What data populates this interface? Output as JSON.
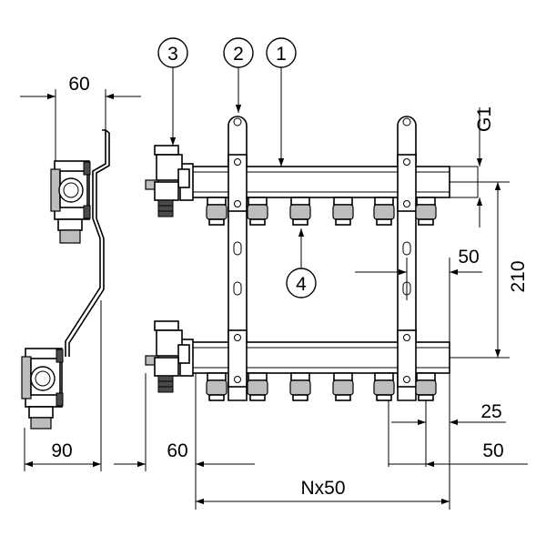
{
  "dimensions": {
    "top_width": "60",
    "pipe_thread": "G1",
    "outlet_spacing": "50",
    "height": "210",
    "end_offset": "25",
    "end_length": "50",
    "side_depth": "90",
    "valve_offset": "60",
    "total_length": "Nx50"
  },
  "callouts": [
    "1",
    "2",
    "3",
    "4"
  ],
  "colors": {
    "line": "#000000",
    "background": "#ffffff"
  }
}
